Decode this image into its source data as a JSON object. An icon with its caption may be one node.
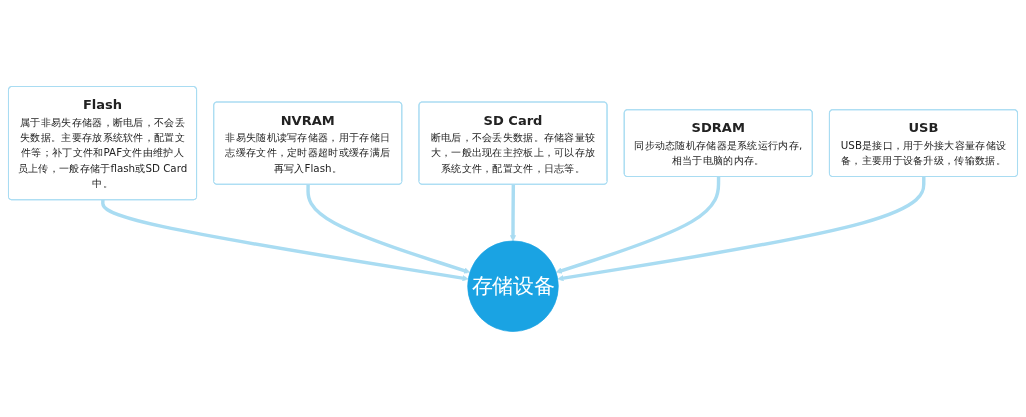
{
  "diagram": {
    "nodes": [
      {
        "text": [
          "NVRAM",
          "非易失随机读写存储器，用于存储日志缓存文件，定时器超时或缓存满后再写入Flash。"
        ]
      },
      {
        "text": [
          "Flash",
          "属于非易失存储器，断电后，不会丢失数据。主要存放系统软件，配置文件等；补丁文件和PAF文件由维护人员上传，一般存储于flash或SD Card中。"
        ]
      },
      {
        "text": [
          "SD Card",
          "断电后，不会丢失数据。存储容量较大，一般出现在主控板上，可以存放系统文件，配置文件，日志等。"
        ]
      },
      {
        "text": [
          "SDRAM",
          "同步动态随机存储器是系统运行内存,相当于电脑的内存。"
        ]
      },
      {
        "text": [
          "存储设备"
        ]
      },
      {
        "text": [
          "USB",
          "USB是接口，用于外接大容量存储设备，主要用于设备升级，传输数据。"
        ]
      }
    ],
    "edges": [
      {
        "from": 1,
        "to": 4,
        "arrow": "to"
      },
      {
        "from": 0,
        "to": 4,
        "arrow": "to"
      },
      {
        "from": 2,
        "to": 4,
        "arrow": "to"
      },
      {
        "from": 3,
        "to": 4,
        "arrow": "to"
      },
      {
        "from": 5,
        "to": 4,
        "arrow": "to"
      }
    ]
  }
}
